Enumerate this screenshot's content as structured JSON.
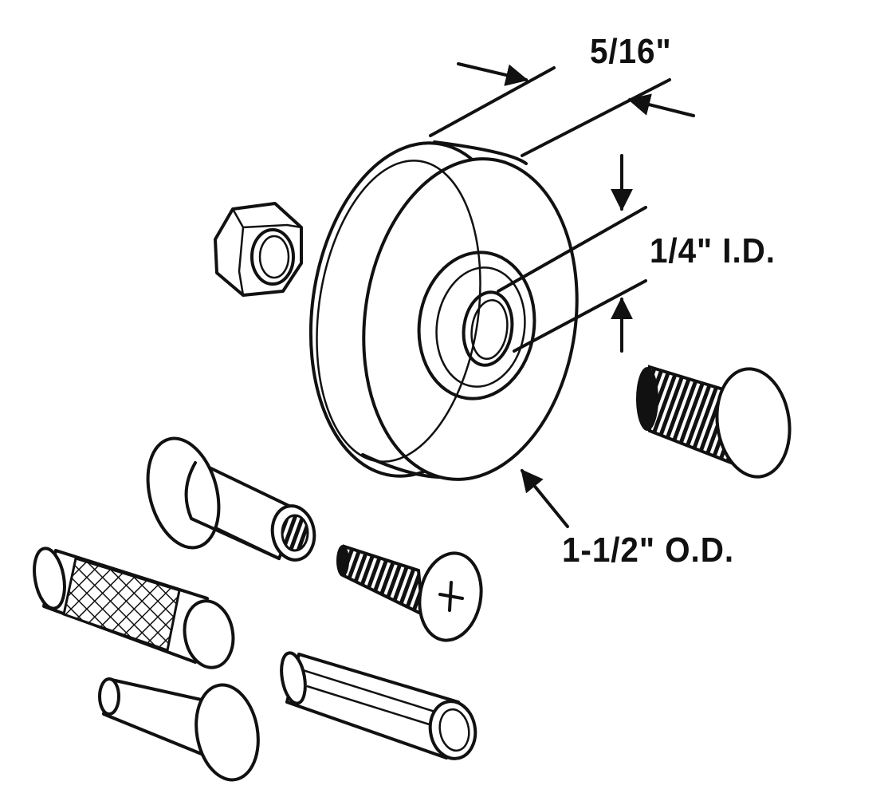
{
  "labels": {
    "width": "5/16\"",
    "inner_diameter": "1/4\" I.D.",
    "outer_diameter": "1-1/2\" O.D."
  },
  "colors": {
    "line": "#111111",
    "background": "#ffffff"
  }
}
